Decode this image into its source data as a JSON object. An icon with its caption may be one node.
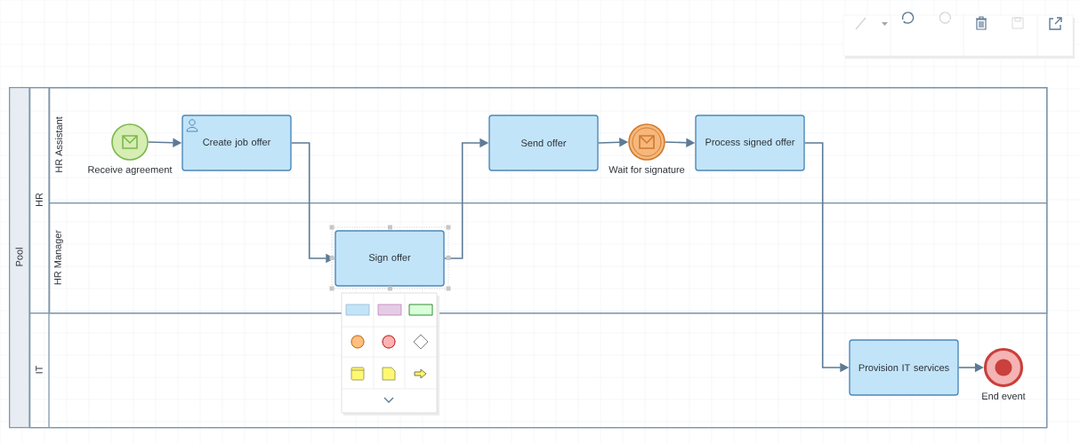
{
  "diagram": {
    "nodes": [
      {
        "text": [
          "Pool"
        ]
      },
      {
        "text": [
          "HR"
        ],
        "in": 0
      },
      {
        "text": [
          "HR Assistant"
        ],
        "in": 1
      },
      {
        "text": [
          "HR Manager"
        ],
        "in": 1
      },
      {
        "text": [
          "IT"
        ],
        "in": 0
      },
      {
        "text": [
          "Receive agreement"
        ],
        "in": 2
      },
      {
        "text": [
          "Create job offer"
        ],
        "in": 2
      },
      {
        "text": [
          "Send offer"
        ],
        "in": 2
      },
      {
        "text": [
          "Wait for signature"
        ],
        "in": 2
      },
      {
        "text": [
          "Process signed offer"
        ],
        "in": 2
      },
      {
        "text": [
          "Sign offer"
        ],
        "in": 3
      },
      {
        "text": [
          "Provision IT services"
        ],
        "in": 4
      },
      {
        "text": [
          "End event"
        ],
        "in": 4
      }
    ],
    "edges": [
      {
        "from": 5,
        "to": 6,
        "arrow": "to"
      },
      {
        "from": 6,
        "to": 10,
        "arrow": "to"
      },
      {
        "from": 10,
        "to": 7,
        "arrow": "to"
      },
      {
        "from": 7,
        "to": 8,
        "arrow": "to"
      },
      {
        "from": 8,
        "to": 9,
        "arrow": "to"
      },
      {
        "from": 9,
        "to": 11,
        "arrow": "to"
      },
      {
        "from": 11,
        "to": 12,
        "arrow": "to"
      }
    ]
  }
}
